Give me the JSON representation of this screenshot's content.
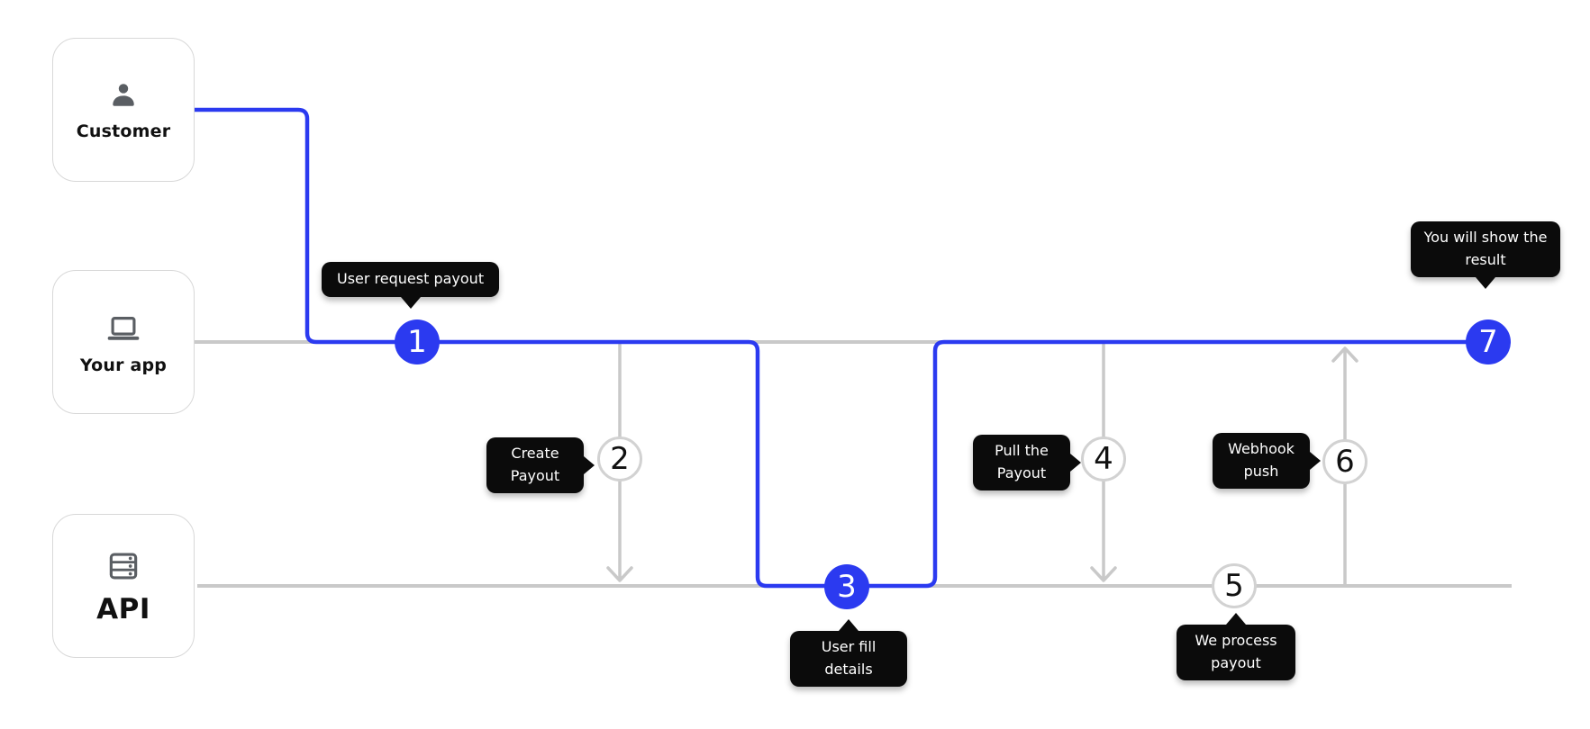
{
  "theme": {
    "accent_blue": "#2b3af0",
    "line_gray": "#c9c9c9",
    "circle_border": "#d2d2d2",
    "tooltip_bg": "#0b0b0b",
    "tooltip_text": "#ffffff",
    "box_border": "#d8d8d8",
    "label_color": "#111111",
    "icon_color": "#5a5e63",
    "canvas_bg": "#ffffff"
  },
  "actors": [
    {
      "id": "customer",
      "label": "Customer",
      "icon": "person-icon"
    },
    {
      "id": "your-app",
      "label": "Your app",
      "icon": "laptop-icon"
    },
    {
      "id": "api",
      "label": "API",
      "icon": "server-icon"
    }
  ],
  "steps": [
    {
      "id": "step-1",
      "number": "1",
      "state": "active",
      "tooltip": "User request payout"
    },
    {
      "id": "step-2",
      "number": "2",
      "state": "idle",
      "tooltip": "Create Payout"
    },
    {
      "id": "step-3",
      "number": "3",
      "state": "active",
      "tooltip": "User fill details"
    },
    {
      "id": "step-4",
      "number": "4",
      "state": "idle",
      "tooltip": "Pull the Payout"
    },
    {
      "id": "step-5",
      "number": "5",
      "state": "idle",
      "tooltip": "We process payout"
    },
    {
      "id": "step-6",
      "number": "6",
      "state": "idle",
      "tooltip": "Webhook push"
    },
    {
      "id": "step-7",
      "number": "7",
      "state": "active",
      "tooltip": "You will show the result"
    }
  ]
}
